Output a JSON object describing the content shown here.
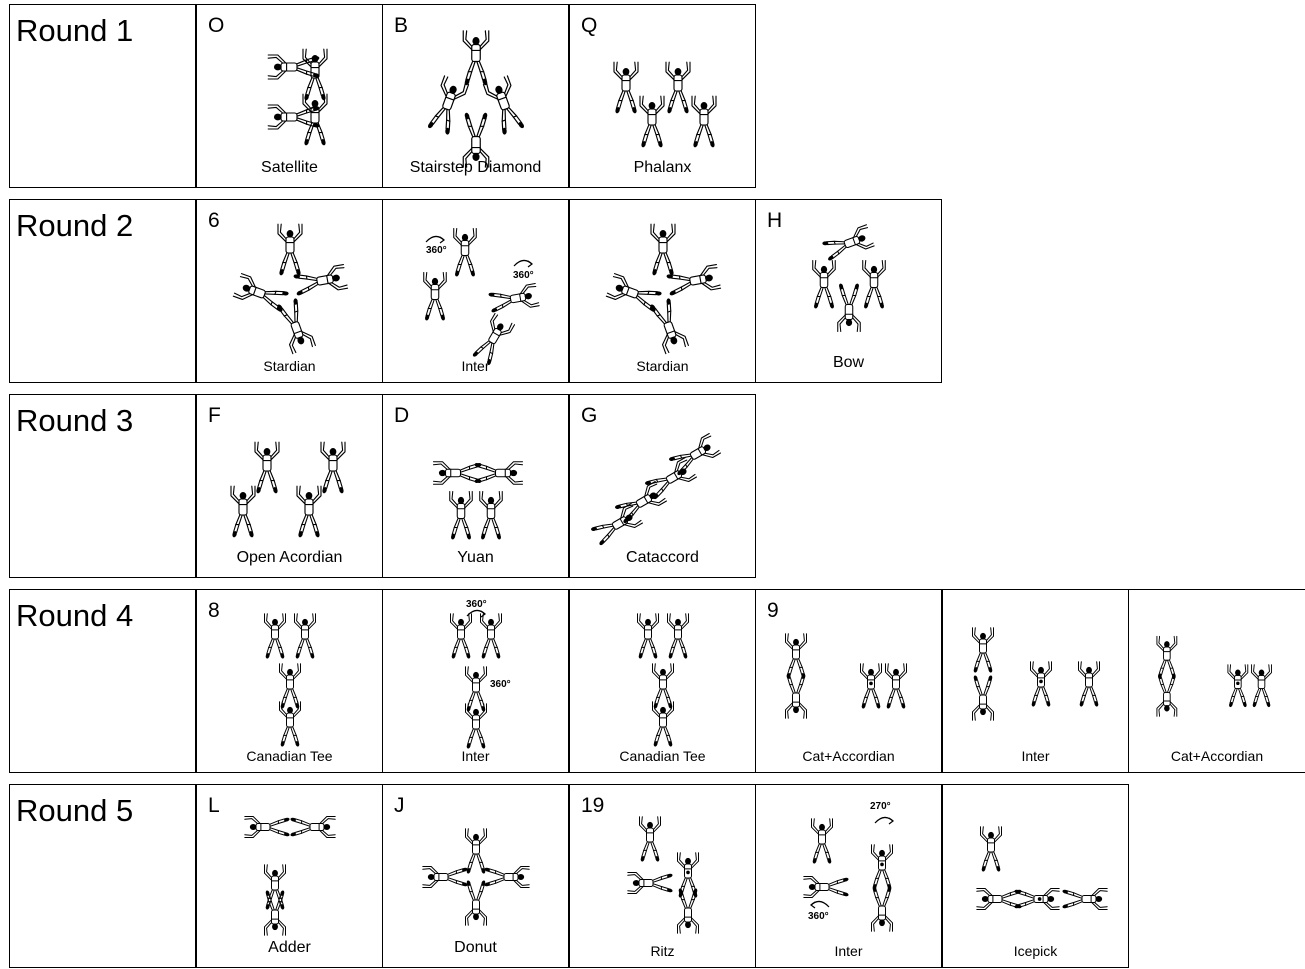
{
  "rounds": [
    {
      "label": "Round 1",
      "cells": [
        {
          "code": "O",
          "caption": "Satellite",
          "icon": "satellite-formation-icon"
        },
        {
          "code": "B",
          "caption": "Stairstep Diamond",
          "icon": "stairstep-diamond-formation-icon"
        },
        {
          "code": "Q",
          "caption": "Phalanx",
          "icon": "phalanx-formation-icon"
        }
      ]
    },
    {
      "label": "Round 2",
      "cells": [
        {
          "code": "6",
          "caption": "Stardian",
          "icon": "stardian-formation-icon"
        },
        {
          "code": "",
          "caption": "Inter",
          "icon": "inter-formation-icon",
          "rotations": [
            "360°",
            "360°"
          ]
        },
        {
          "code": "",
          "caption": "Stardian",
          "icon": "stardian-formation-icon"
        },
        {
          "code": "H",
          "caption": "Bow",
          "icon": "bow-formation-icon"
        }
      ]
    },
    {
      "label": "Round 3",
      "cells": [
        {
          "code": "F",
          "caption": "Open Acordian",
          "icon": "open-accordian-formation-icon"
        },
        {
          "code": "D",
          "caption": "Yuan",
          "icon": "yuan-formation-icon"
        },
        {
          "code": "G",
          "caption": "Cataccord",
          "icon": "cataccord-formation-icon"
        }
      ]
    },
    {
      "label": "Round 4",
      "cells": [
        {
          "code": "8",
          "caption": "Canadian Tee",
          "icon": "canadian-tee-formation-icon"
        },
        {
          "code": "",
          "caption": "Inter",
          "icon": "inter-formation-icon",
          "rotations": [
            "360°",
            "360°"
          ]
        },
        {
          "code": "",
          "caption": "Canadian Tee",
          "icon": "canadian-tee-formation-icon"
        },
        {
          "code": "9",
          "caption": "Cat+Accordian",
          "icon": "cat-accordian-formation-icon"
        },
        {
          "code": "",
          "caption": "Inter",
          "icon": "inter-formation-icon"
        },
        {
          "code": "",
          "caption": "Cat+Accordian",
          "icon": "cat-accordian-formation-icon"
        }
      ]
    },
    {
      "label": "Round 5",
      "cells": [
        {
          "code": "L",
          "caption": "Adder",
          "icon": "adder-formation-icon"
        },
        {
          "code": "J",
          "caption": "Donut",
          "icon": "donut-formation-icon"
        },
        {
          "code": "19",
          "caption": "Ritz",
          "icon": "ritz-formation-icon"
        },
        {
          "code": "",
          "caption": "Inter",
          "icon": "inter-formation-icon",
          "rotations": [
            "270°",
            "360°"
          ]
        },
        {
          "code": "",
          "caption": "Icepick",
          "icon": "icepick-formation-icon"
        }
      ]
    }
  ]
}
